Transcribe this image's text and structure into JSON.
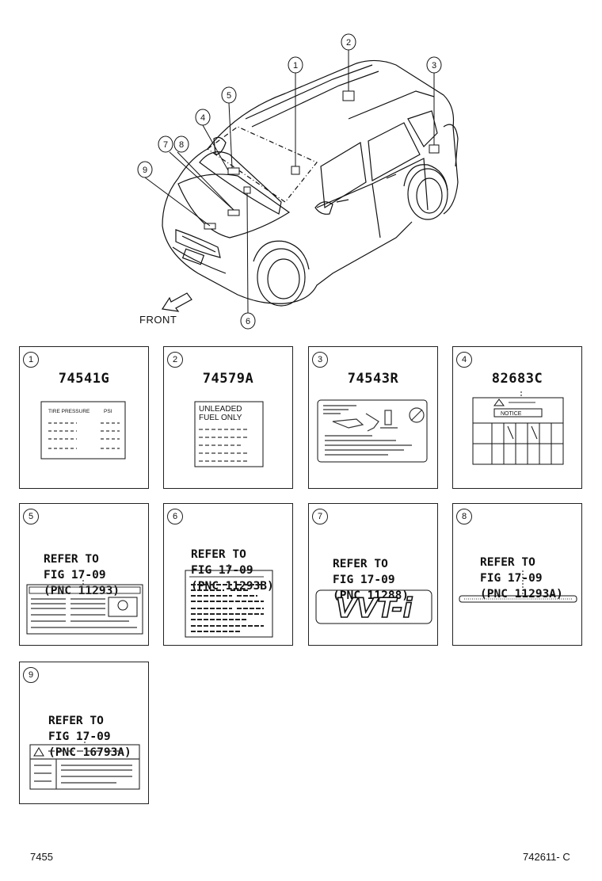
{
  "diagram": {
    "front_label": "FRONT",
    "callouts": [
      "1",
      "2",
      "3",
      "4",
      "5",
      "6",
      "7",
      "8",
      "9"
    ]
  },
  "panels": [
    {
      "num": "1",
      "part": "74541G",
      "label_text": "TIRE PRESSURE"
    },
    {
      "num": "2",
      "part": "74579A",
      "label_line1": "UNLEADED",
      "label_line2": "FUEL ONLY"
    },
    {
      "num": "3",
      "part": "74543R"
    },
    {
      "num": "4",
      "part": "82683C",
      "label_text": "NOTICE"
    },
    {
      "num": "5",
      "ref": [
        "REFER TO",
        "FIG 17-09",
        "(PNC 11293)"
      ]
    },
    {
      "num": "6",
      "ref": [
        "REFER TO",
        "FIG 17-09",
        "(PNC 11293B)"
      ]
    },
    {
      "num": "7",
      "ref": [
        "REFER TO",
        "FIG 17-09",
        "(PNC 11288)"
      ],
      "emblem": "VVT-i"
    },
    {
      "num": "8",
      "ref": [
        "REFER TO",
        "FIG 17-09",
        "(PNC 11293A)"
      ]
    },
    {
      "num": "9",
      "ref": [
        "REFER TO",
        "FIG 17-09",
        "(PNC 16793A)"
      ]
    }
  ],
  "footer": {
    "left": "7455",
    "right": "742611- C"
  }
}
